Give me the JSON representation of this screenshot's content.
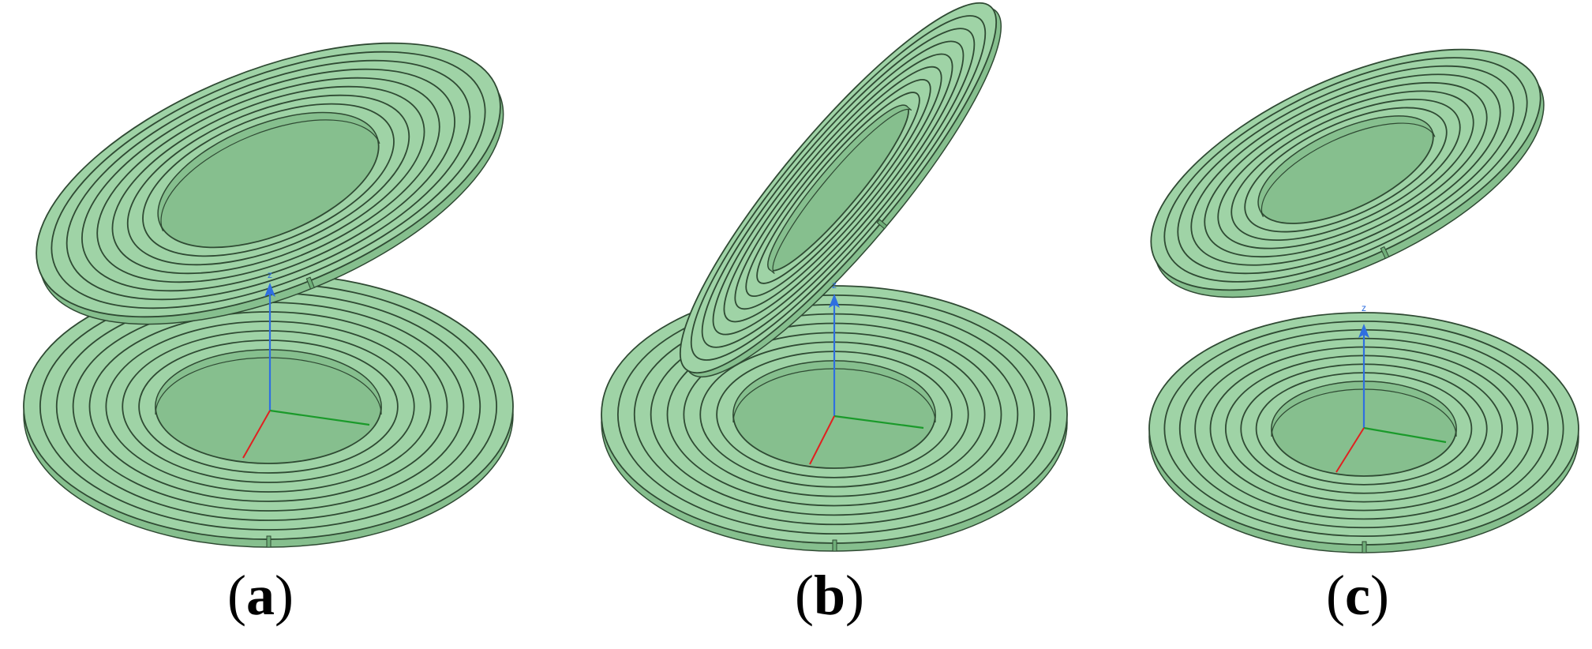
{
  "panels": [
    {
      "id": "a",
      "label_open": "(",
      "label_letter": "a",
      "label_close": ")",
      "axis_label": "z"
    },
    {
      "id": "b",
      "label_open": "(",
      "label_letter": "b",
      "label_close": ")",
      "axis_label": "z"
    },
    {
      "id": "c",
      "label_open": "(",
      "label_letter": "c",
      "label_close": ")",
      "axis_label": "z"
    }
  ],
  "colors": {
    "coil_fill": "#9fd3a6",
    "coil_stroke": "#2f4a33",
    "axis_z": "#2f6fe0",
    "axis_y": "#1a9a2a",
    "axis_x": "#e02020",
    "background": "#ffffff"
  }
}
